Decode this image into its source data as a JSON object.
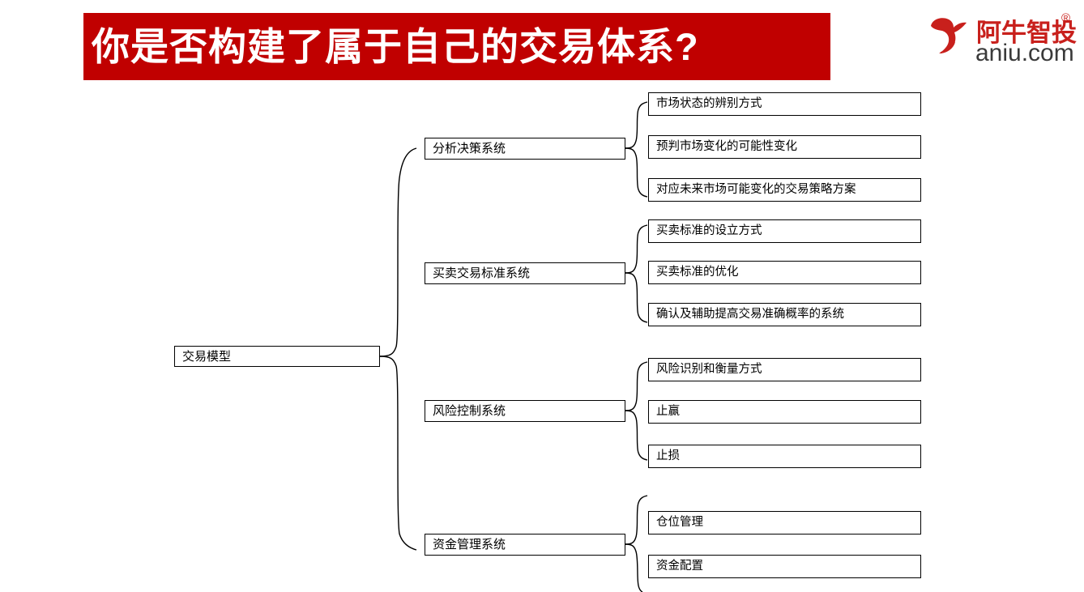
{
  "title": {
    "text": "你是否构建了属于自己的交易体系?",
    "banner_color": "#C00000",
    "text_color": "#FFFFFF"
  },
  "logo": {
    "mark": "bull-head-mark",
    "brand_cn": "阿牛智投",
    "registered_symbol": "®",
    "brand_en": "aniu.com",
    "brand_color": "#C8201C",
    "en_color": "#3A3A3A"
  },
  "diagram": {
    "type": "brace-tree",
    "root": {
      "label": "交易模型"
    },
    "branches": [
      {
        "label": "分析决策系统",
        "leaves": [
          "市场状态的辨别方式",
          "预判市场变化的可能性变化",
          "对应未来市场可能变化的交易策略方案"
        ]
      },
      {
        "label": "买卖交易标准系统",
        "leaves": [
          "买卖标准的设立方式",
          "买卖标准的优化",
          "确认及辅助提高交易准确概率的系统"
        ]
      },
      {
        "label": "风险控制系统",
        "leaves": [
          "风险识别和衡量方式",
          "止赢",
          "止损"
        ]
      },
      {
        "label": "资金管理系统",
        "leaves": [
          "仓位管理",
          "资金配置"
        ]
      }
    ]
  }
}
